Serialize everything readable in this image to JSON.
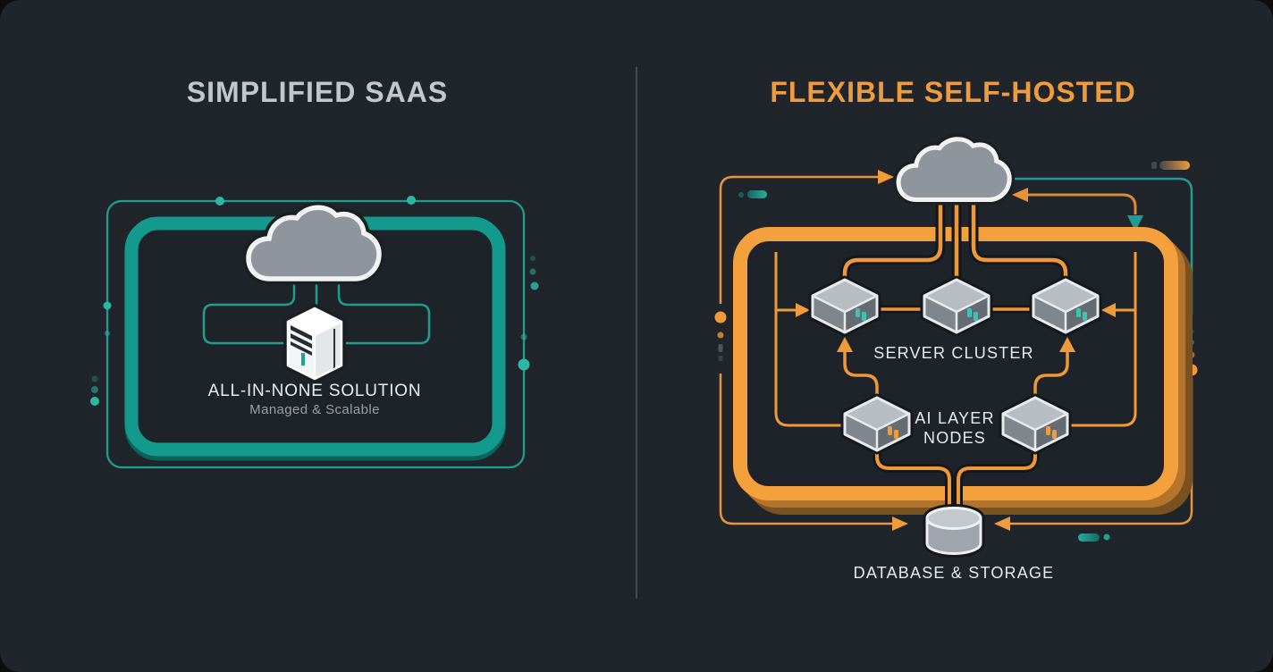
{
  "left": {
    "title": "SIMPLIFIED SAAS",
    "solution_title": "ALL-IN-NONE SOLUTION",
    "solution_subtitle": "Managed & Scalable",
    "accent_color": "#149a8d"
  },
  "right": {
    "title": "FLEXIBLE SELF-HOSTED",
    "server_cluster": "SERVER CLUSTER",
    "ai_line1": "AI LAYER",
    "ai_line2": "NODES",
    "database": "DATABASE & STORAGE",
    "accent_color": "#f4a03c"
  },
  "colors": {
    "background": "#20252b",
    "panel_fill": "#1e232a",
    "teal": "#1d9e90",
    "teal_bright": "#2cb7a5",
    "orange": "#f09a3a",
    "orange_line": "#e8953a",
    "title_gray": "#c2c7cb",
    "label_white": "#eceef0",
    "divider_gray": "#454b52"
  },
  "icons": {
    "left": [
      "cloud-icon",
      "server-tower-icon"
    ],
    "right": [
      "cloud-icon",
      "server-node-icon",
      "server-node-icon",
      "server-node-icon",
      "ai-node-icon",
      "ai-node-icon",
      "database-icon",
      "arrow-icon"
    ]
  }
}
